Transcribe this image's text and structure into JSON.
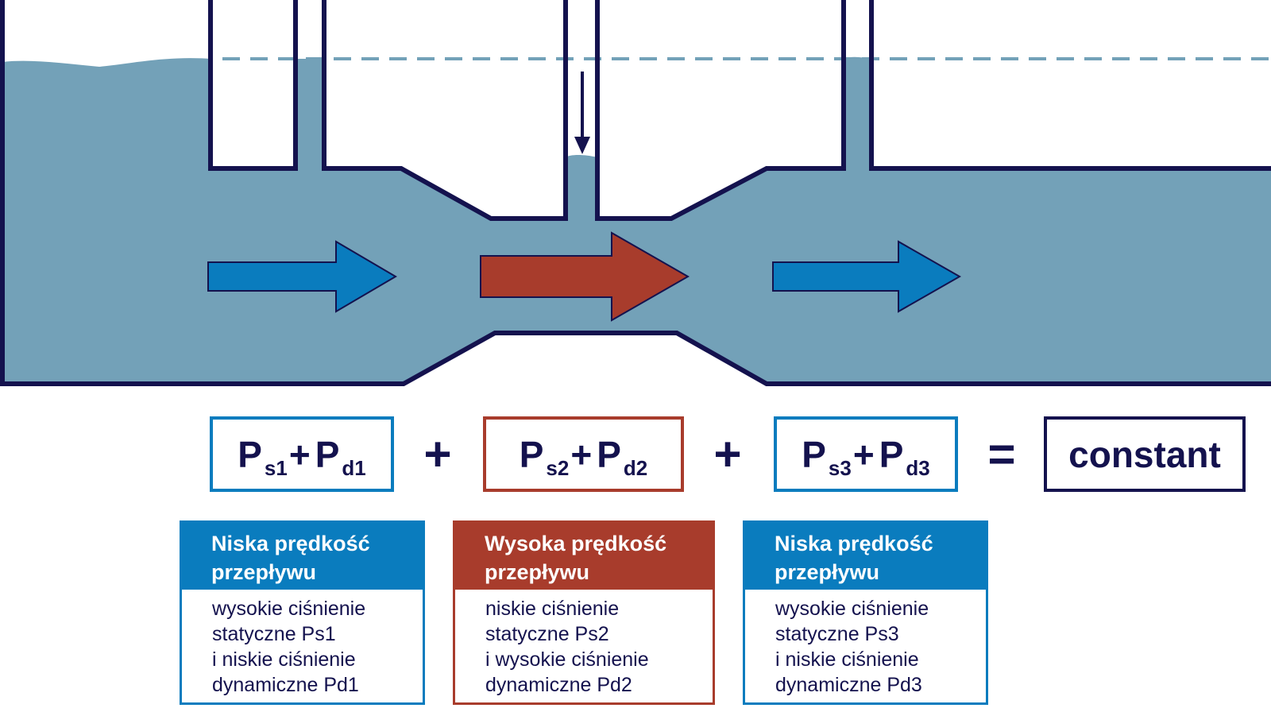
{
  "colors": {
    "water": "#73a1b8",
    "pipe_outline": "#14124e",
    "low_speed_blue": "#0a7cbe",
    "high_speed_red": "#a83c2c",
    "water_line_dash": "#73a1b8"
  },
  "diagram": {
    "direction_arrows": [
      {
        "icon": "right-arrow-icon",
        "speed": "low"
      },
      {
        "icon": "right-arrow-icon",
        "speed": "high"
      },
      {
        "icon": "right-arrow-icon",
        "speed": "low"
      }
    ],
    "suction_arrow_icon": "down-arrow-icon"
  },
  "equation": {
    "terms": [
      {
        "p": "P",
        "s_sub": "s1",
        "plus": "+",
        "d_sub": "d1",
        "color": "#0a7cbe"
      },
      {
        "p": "P",
        "s_sub": "s2",
        "plus": "+",
        "d_sub": "d2",
        "color": "#a83c2c"
      },
      {
        "p": "P",
        "s_sub": "s3",
        "plus": "+",
        "d_sub": "d3",
        "color": "#0a7cbe"
      }
    ],
    "operators": [
      "+",
      "+",
      "="
    ],
    "result": "constant"
  },
  "cards": [
    {
      "header": [
        "Niska prędkość",
        "przepływu"
      ],
      "body": [
        "wysokie ciśnienie",
        "statyczne Ps1",
        "i niskie ciśnienie",
        "dynamiczne Pd1"
      ],
      "color": "#0a7cbe"
    },
    {
      "header": [
        "Wysoka prędkość",
        "przepływu"
      ],
      "body": [
        "niskie ciśnienie",
        "statyczne Ps2",
        "i wysokie ciśnienie",
        "dynamiczne Pd2"
      ],
      "color": "#a83c2c"
    },
    {
      "header": [
        "Niska prędkość",
        "przepływu"
      ],
      "body": [
        "wysokie ciśnienie",
        "statyczne Ps3",
        "i niskie ciśnienie",
        "dynamiczne Pd3"
      ],
      "color": "#0a7cbe"
    }
  ]
}
